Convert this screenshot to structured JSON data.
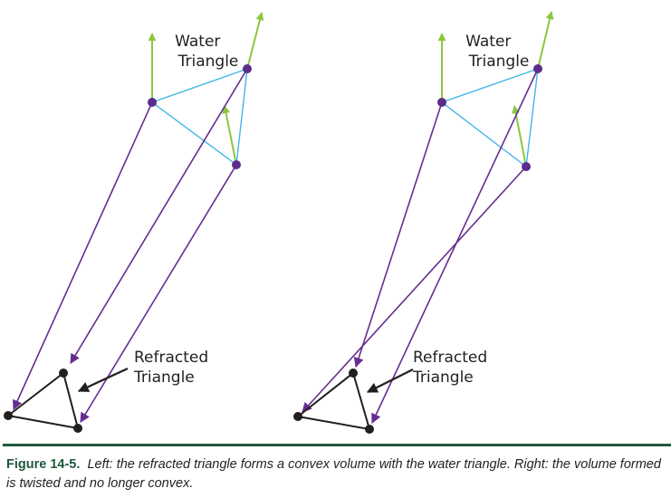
{
  "colors": {
    "water_edge": "#41b6e6",
    "normal": "#8cc63f",
    "ray": "#662d91",
    "water_vertex": "#5b2c8a",
    "refracted": "#231f20",
    "caption_accent": "#1f5a3c"
  },
  "panels": [
    {
      "name": "left",
      "water_label": [
        "Water",
        "Triangle"
      ],
      "refracted_label": [
        "Refracted",
        "Triangle"
      ]
    },
    {
      "name": "right",
      "water_label": [
        "Water",
        "Triangle"
      ],
      "refracted_label": [
        "Refracted",
        "Triangle"
      ]
    }
  ],
  "caption": {
    "figure_number": "Figure 14-5.",
    "text": "Left: the refracted triangle forms a convex volume with the water triangle. Right: the volume formed is twisted and no longer convex."
  }
}
